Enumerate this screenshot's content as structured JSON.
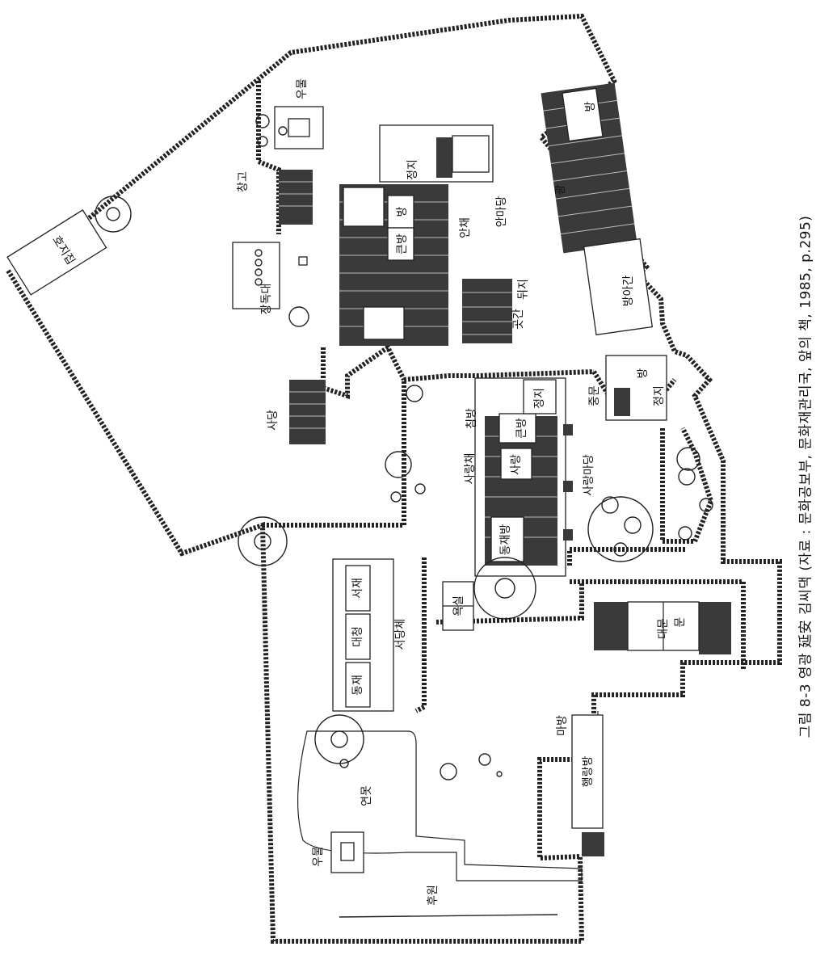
{
  "caption": "그림 8-3  영광 延安 김씨댁 (자료 : 문화공보부, 문화재관리국, 앞의 책, 1985, p.295)",
  "labels": {
    "hojijip": "호지집",
    "umul_top": "우물",
    "jangdokdae": "장독대",
    "changgo": "창고",
    "jeonggi_top": "정지",
    "bang_top": "방",
    "keunbang": "큰방",
    "anche": "안채",
    "anmadang": "안마당",
    "gwang": "광",
    "bang_right": "방",
    "bangagan": "방아간",
    "dwitji": "뒤지",
    "gotgan": "곳간",
    "sadang": "사당",
    "chimbang": "침방",
    "sarangche": "사랑채",
    "keunbang2": "큰방",
    "sarang": "사랑",
    "sarangmadang": "사랑마당",
    "jeonggi_mid": "정지",
    "jungmun": "중문",
    "bang_mid": "방",
    "jeonggi_right": "정지",
    "dongjaebang": "동재방",
    "seodangche": "서당체",
    "dongjae": "동재",
    "daecheong": "대청",
    "seojae": "서재",
    "yoksil": "욕실",
    "daemun": "대문",
    "mun": "문",
    "mabang": "마방",
    "haengnangbang": "행랑방",
    "yeonmot": "연못",
    "umul_bottom": "우물",
    "jeongwon": "후원"
  }
}
